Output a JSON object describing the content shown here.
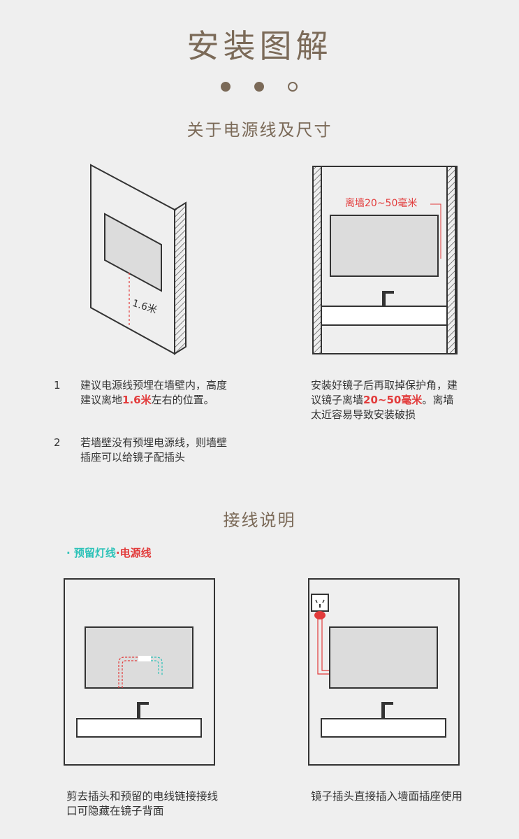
{
  "page_title": "安装图解",
  "section1": {
    "title": "关于电源线及尺寸",
    "diagram_left_label": "1.6米",
    "diagram_right_label": "离墙20~50毫米",
    "note1": {
      "number": "1",
      "text_before": "建议电源线预埋在墙壁内，高度建议离地",
      "highlight": "1.6米",
      "text_after": "左右的位置。"
    },
    "note2": {
      "number": "2",
      "text": "若墙壁没有预埋电源线，则墙壁插座可以给镜子配插头"
    },
    "note_right": {
      "text_before": "安装好镜子后再取掉保护角，建议镜子离墙",
      "highlight": "20~50毫米",
      "text_after": "。离墙太近容易导致安装破损"
    }
  },
  "section2": {
    "title": "接线说明",
    "legend_teal": "· 预留灯线",
    "legend_red": "·电源线",
    "caption_left": "剪去插头和预留的电线链接接线口可隐藏在镜子背面",
    "caption_right": "镜子插头直接插入墙面插座使用"
  },
  "colors": {
    "accent_brown": "#7b6a58",
    "highlight_red": "#e23b3b",
    "teal": "#2cc2b8"
  }
}
